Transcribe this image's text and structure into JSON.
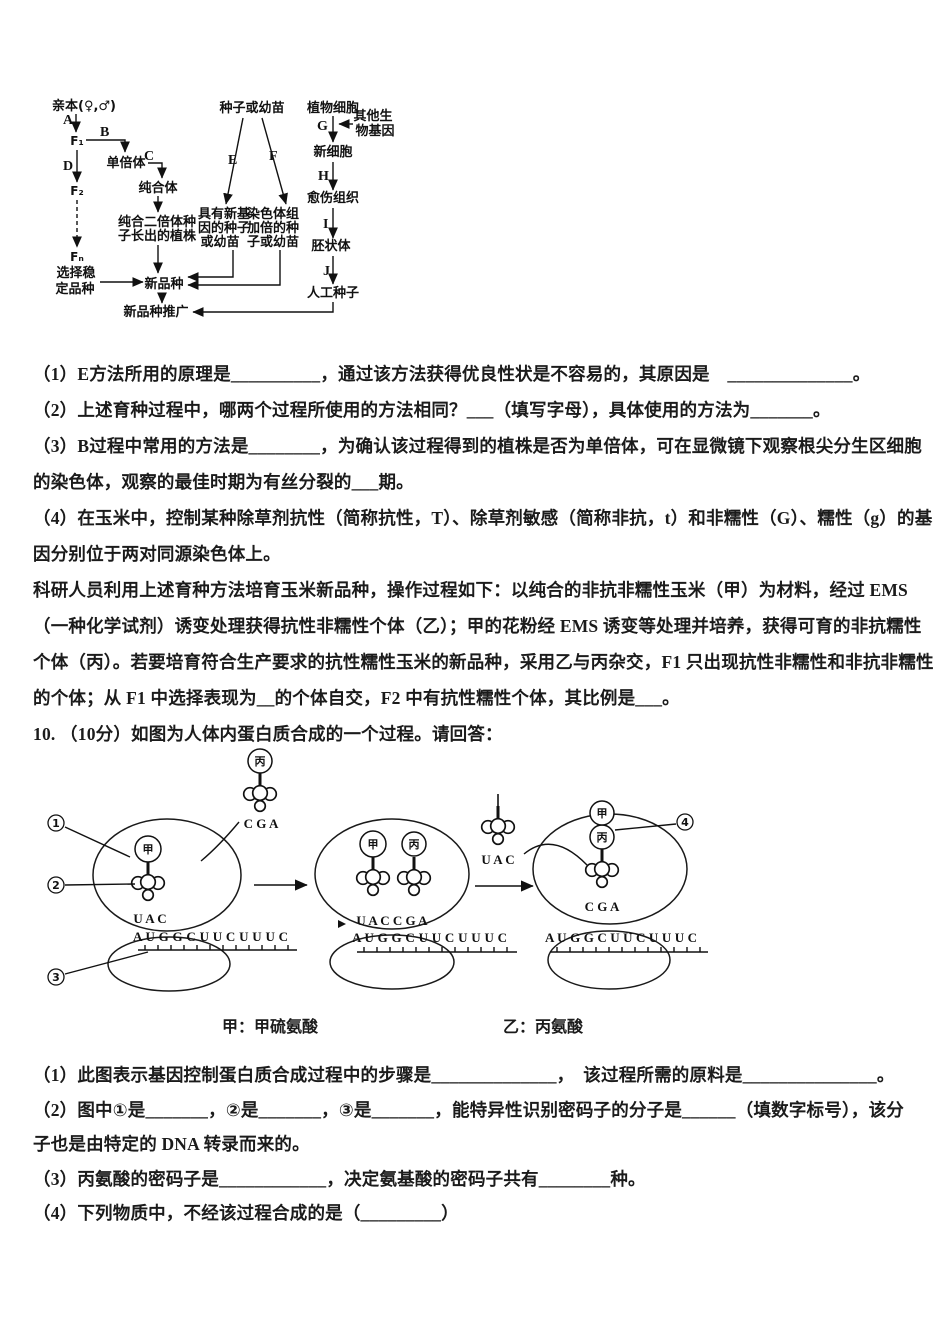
{
  "flowchart": {
    "parent": "亲本(♀,♂)",
    "f1": "F₁",
    "f2": "F₂",
    "fn": "Fₙ",
    "label_a": "A",
    "label_b": "B",
    "label_c": "C",
    "label_d": "D",
    "label_e": "E",
    "label_f": "F",
    "label_g": "G",
    "label_h": "H",
    "label_i": "I",
    "label_j": "J",
    "haploid": "单倍体",
    "homozygote": "纯合体",
    "pure_diploid_1": "纯合二倍体种",
    "pure_diploid_2": "子长出的植株",
    "select_1": "选择稳",
    "select_2": "定品种",
    "new_variety": "新品种",
    "promotion": "新品种推广",
    "seed_seedling": "种子或幼苗",
    "new_gene_1": "具有新基",
    "new_gene_2": "因的种子",
    "new_gene_3": "或幼苗",
    "doubled_1": "染色体组",
    "doubled_2": "加倍的种",
    "doubled_3": "子或幼苗",
    "plant_cell": "植物细胞",
    "other_gene_1": "其他生",
    "other_gene_2": "物基因",
    "new_cell": "新细胞",
    "callus": "愈伤组织",
    "embryoid": "胚状体",
    "artificial_seed": "人工种子"
  },
  "q9": {
    "lines": [
      "（1）E方法所用的原理是__________，通过该方法获得优良性状是不容易的，其原因是　______________。",
      "（2）上述育种过程中，哪两个过程所使用的方法相同？___（填写字母），具体使用的方法为_______。",
      "（3）B过程中常用的方法是________，为确认该过程得到的植株是否为单倍体，可在显微镜下观察根尖分生区细胞",
      "的染色体，观察的最佳时期为有丝分裂的___期。",
      "（4）在玉米中，控制某种除草剂抗性（简称抗性，T）、除草剂敏感（简称非抗，t）和非糯性（G）、糯性（g）的基",
      "因分别位于两对同源染色体上。",
      "科研人员利用上述育种方法培育玉米新品种，操作过程如下：以纯合的非抗非糯性玉米（甲）为材料，经过 EMS",
      "（一种化学试剂）诱变处理获得抗性非糯性个体（乙）；甲的花粉经 EMS 诱变等处理并培养，获得可育的非抗糯性",
      "个体（丙）。若要培育符合生产要求的抗性糯性玉米的新品种，采用乙与丙杂交，F1 只出现抗性非糯性和非抗非糯性",
      "的个体；从 F1 中选择表现为__的个体自交，F2 中有抗性糯性个体，其比例是___。",
      "10. （10分）如图为人体内蛋白质合成的一个过程。请回答："
    ]
  },
  "translation": {
    "mrna": "A U G G C U U C U U U C",
    "anticodon_uac": "U A C",
    "anticodon_cga": "C G A",
    "anticodon_uaccga": "U A C C G A",
    "free_trna_anticodon": "U A C",
    "aa_jia": "甲",
    "aa_bing": "丙",
    "m1": "1",
    "m2": "2",
    "m3": "3",
    "m4": "4",
    "caption_left": "甲：甲硫氨酸",
    "caption_right": "乙：丙氨酸"
  },
  "q10": {
    "lines": [
      "（1）此图表示基因控制蛋白质合成过程中的步骤是______________，　该过程所需的原料是_______________。",
      "（2）图中①是_______，②是_______，③是_______，能特异性识别密码子的分子是______（填数字标号），该分",
      "子也是由特定的 DNA 转录而来的。",
      "（3）丙氨酸的密码子是____________，决定氨基酸的密码子共有________种。",
      "（4）下列物质中，不经该过程合成的是（_________）"
    ]
  }
}
